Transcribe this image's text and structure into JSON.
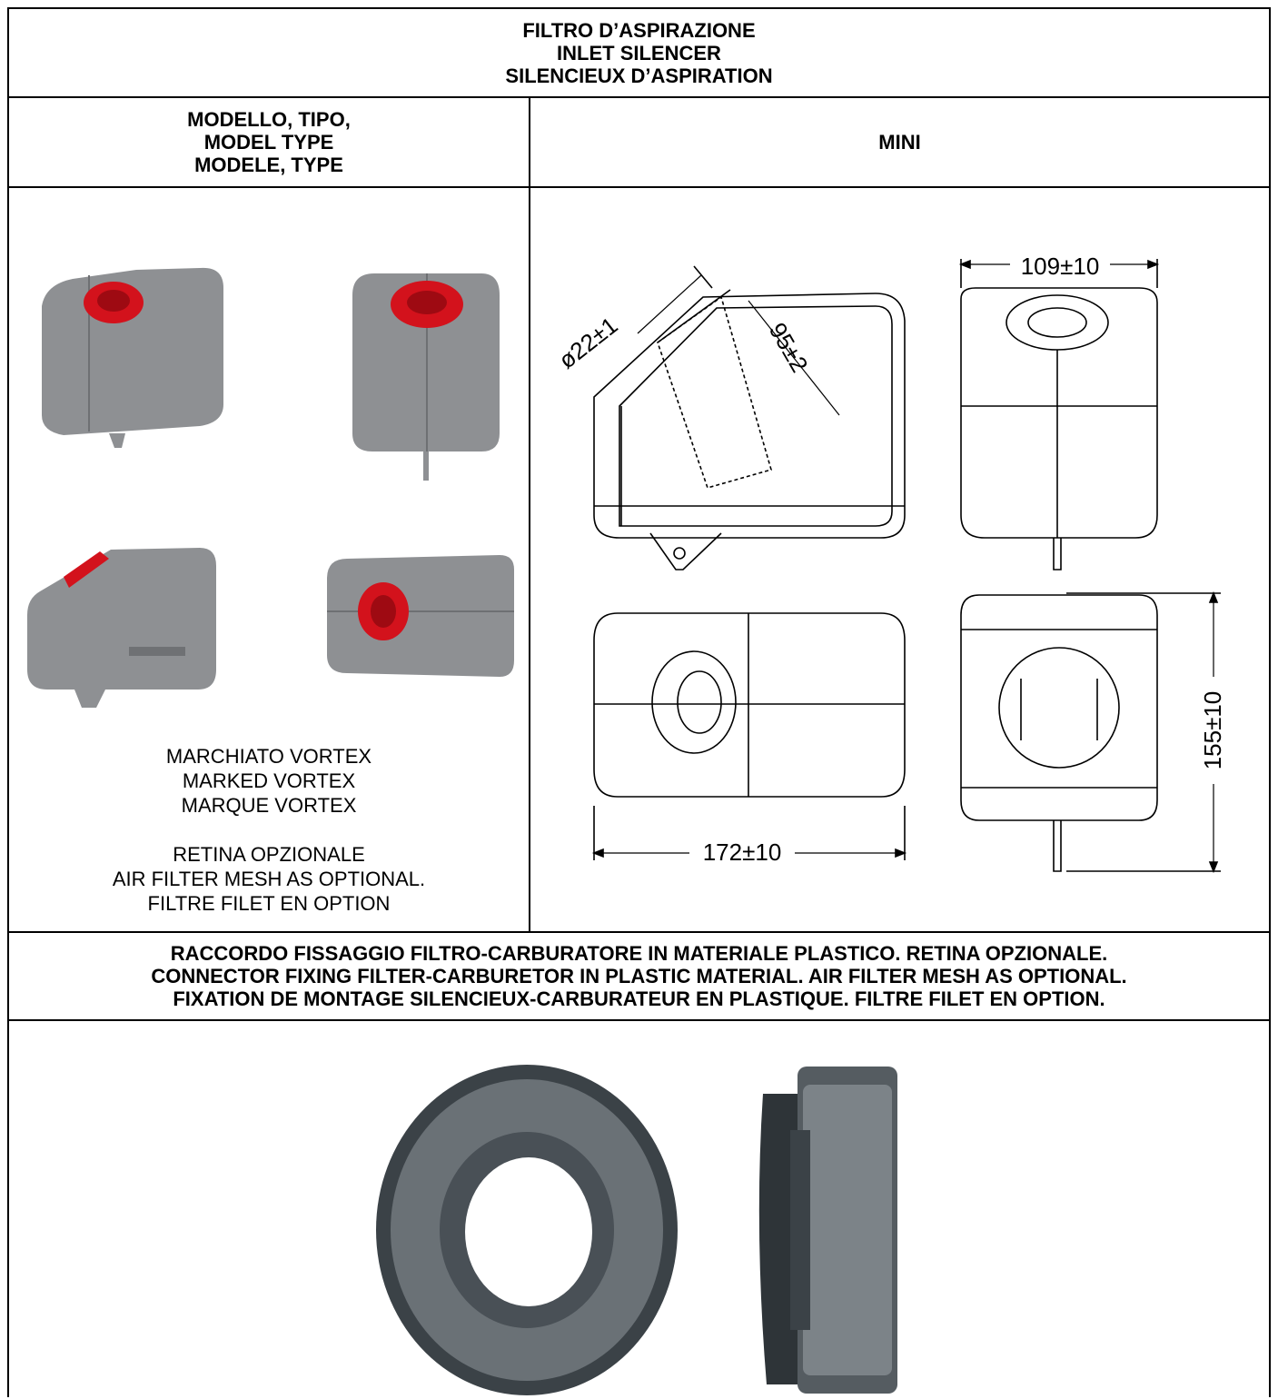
{
  "header": {
    "title_lines": [
      "FILTRO D’ASPIRAZIONE",
      "INLET SILENCER",
      "SILENCIEUX D’ASPIRATION"
    ]
  },
  "model": {
    "label_lines": [
      "MODELLO, TIPO,",
      "MODEL TYPE",
      "MODELE, TYPE"
    ],
    "value": "MINI"
  },
  "photos": {
    "marking_lines": [
      "MARCHIATO VORTEX",
      "MARKED VORTEX",
      "MARQUE VORTEX"
    ],
    "mesh_lines": [
      "RETINA OPZIONALE",
      "AIR FILTER MESH AS OPTIONAL.",
      "FILTRE FILET EN OPTION"
    ]
  },
  "drawing": {
    "dim_diameter": "ø22±1",
    "dim_length": "95±2",
    "dim_width": "109±10",
    "dim_depth": "172±10",
    "dim_height": "155±10"
  },
  "connector": {
    "description_lines": [
      "RACCORDO FISSAGGIO FILTRO-CARBURATORE IN MATERIALE PLASTICO. RETINA OPZIONALE.",
      "CONNECTOR FIXING FILTER-CARBURETOR IN PLASTIC MATERIAL. AIR FILTER MESH AS OPTIONAL.",
      "FIXATION DE MONTAGE SILENCIEUX-CARBURATEUR EN PLASTIQUE. FILTRE FILET EN OPTION."
    ]
  },
  "colors": {
    "body_grey": "#8e9093",
    "flange_red": "#d3121c",
    "connector_dark": "#3b4247"
  }
}
